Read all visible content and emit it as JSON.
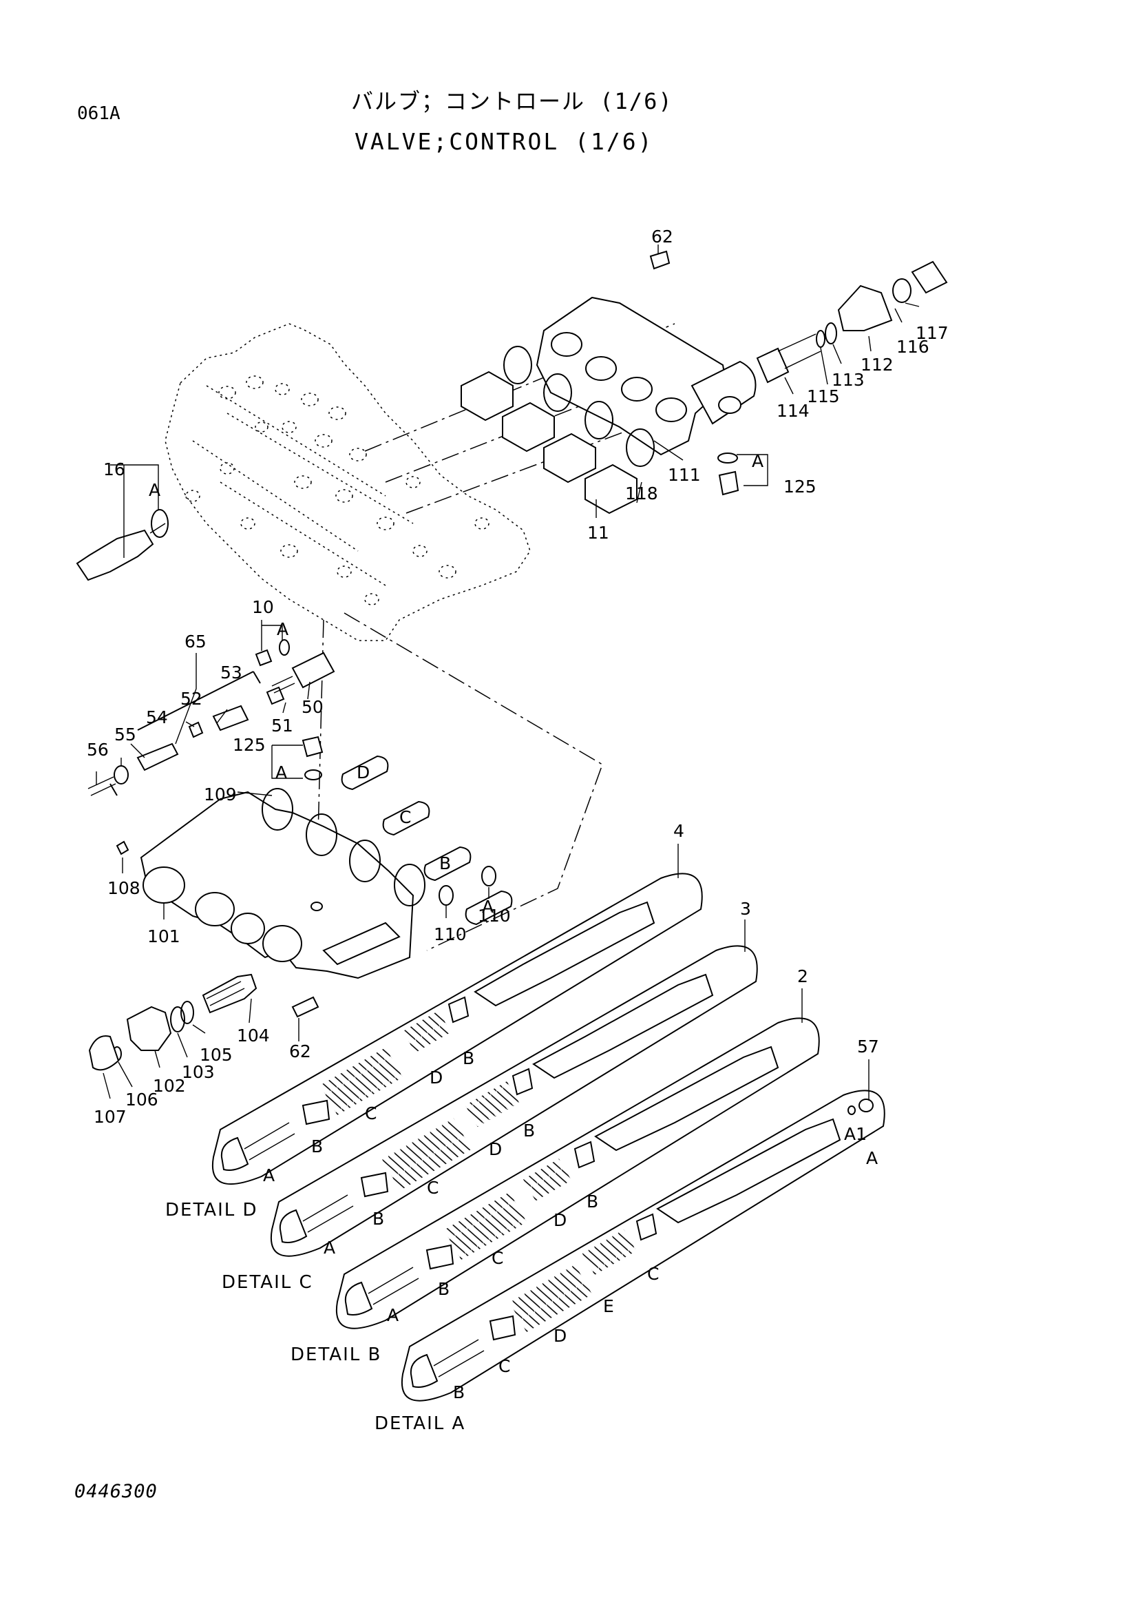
{
  "page_code": "061A",
  "title_jp": "バルブ；コントロール (1/6)",
  "title_en": "VALVE;CONTROL (1/6)",
  "drawing_number": "0446300",
  "part_numbers": {
    "p62_top": "62",
    "p117": "117",
    "p116": "116",
    "p112": "112",
    "p113": "113",
    "p115": "115",
    "p114": "114",
    "p111": "111",
    "p118": "118",
    "p11": "11",
    "p125_top": "125",
    "p16": "16",
    "p10": "10",
    "p65": "65",
    "p53": "53",
    "p52": "52",
    "p54": "54",
    "p55": "55",
    "p56": "56",
    "p51": "51",
    "p50": "50",
    "p125_mid": "125",
    "p109": "109",
    "p108": "108",
    "p101": "101",
    "p110_a": "110",
    "p110_b": "110",
    "p104": "104",
    "p62_mid": "62",
    "p105": "105",
    "p103": "103",
    "p102": "102",
    "p106": "106",
    "p107": "107",
    "p4": "4",
    "p3": "3",
    "p2": "2",
    "p57": "57"
  },
  "callout_letters": {
    "a": "A",
    "b": "B",
    "c": "C",
    "d": "D",
    "e": "E",
    "a1": "A1"
  },
  "detail_labels": {
    "d": "DETAIL D",
    "c": "DETAIL C",
    "b": "DETAIL B",
    "a": "DETAIL A"
  }
}
